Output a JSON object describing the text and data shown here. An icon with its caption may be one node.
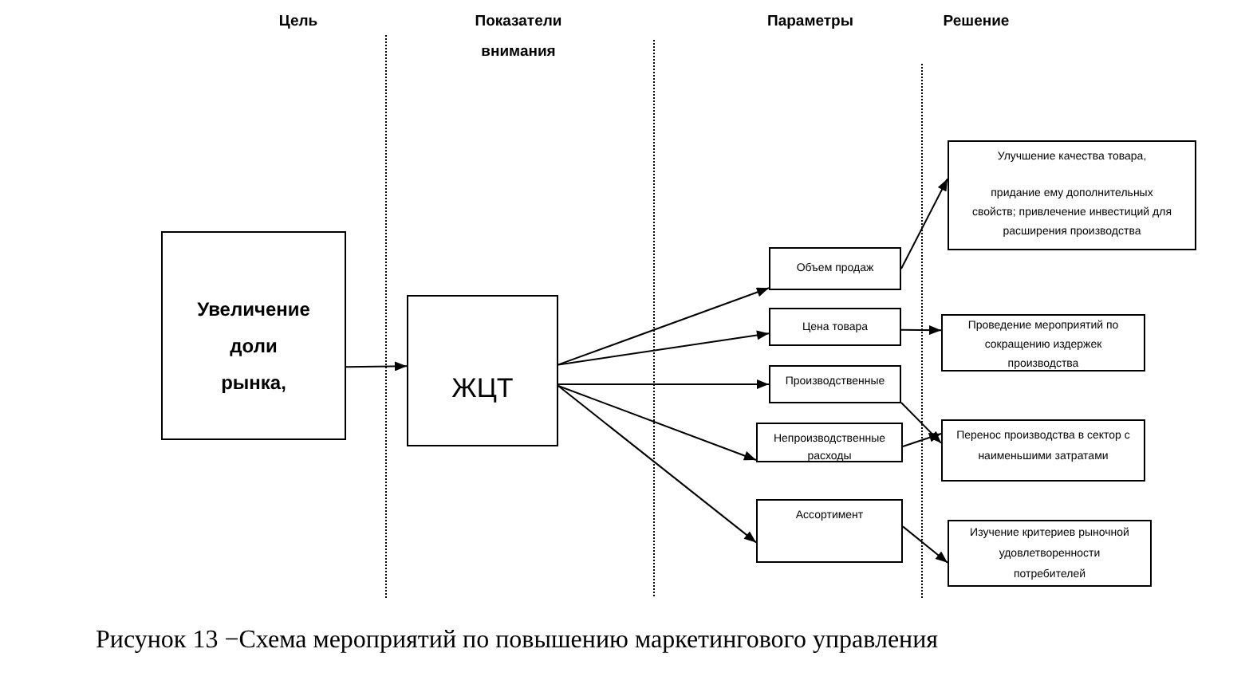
{
  "diagram": {
    "caption": "Рисунок 13 −Схема мероприятий по повышению маркетингового управления",
    "nodes": [
      {
        "text": [
          "Увеличение доли рынка,"
        ]
      },
      {
        "text": [
          "ЖЦТ"
        ]
      },
      {
        "text": [
          "Объем продаж"
        ]
      },
      {
        "text": [
          "Цена товара"
        ]
      },
      {
        "text": [
          "Производственные"
        ]
      },
      {
        "text": [
          "Непроизводственные расходы"
        ]
      },
      {
        "text": [
          "Ассортимент"
        ]
      },
      {
        "text": [
          "Улучшение качества товара,",
          "придание ему дополнительных свойств; привлечение инвестиций для расширения производства"
        ]
      },
      {
        "text": [
          "Проведение мероприятий по сокращению издержек производства"
        ]
      },
      {
        "text": [
          "Перенос производства в сектор с наименьшими затратами"
        ]
      },
      {
        "text": [
          "Изучение критериев рыночной удовлетворенности потребителей"
        ]
      }
    ],
    "edges": [
      {
        "from": 0,
        "to": 1,
        "arrow": "to"
      },
      {
        "from": 1,
        "to": 2,
        "arrow": "to"
      },
      {
        "from": 1,
        "to": 3,
        "arrow": "to"
      },
      {
        "from": 1,
        "to": 4,
        "arrow": "to"
      },
      {
        "from": 1,
        "to": 5,
        "arrow": "to"
      },
      {
        "from": 1,
        "to": 6,
        "arrow": "to"
      },
      {
        "from": 2,
        "to": 7,
        "arrow": "to"
      },
      {
        "from": 3,
        "to": 8,
        "arrow": "to"
      },
      {
        "from": 4,
        "to": 9,
        "arrow": "to"
      },
      {
        "from": 5,
        "to": 9,
        "arrow": "to"
      },
      {
        "from": 6,
        "to": 10,
        "arrow": "to"
      }
    ],
    "labels": [
      "Цель",
      "Показатели внимания",
      "Параметры",
      "Решение"
    ]
  }
}
